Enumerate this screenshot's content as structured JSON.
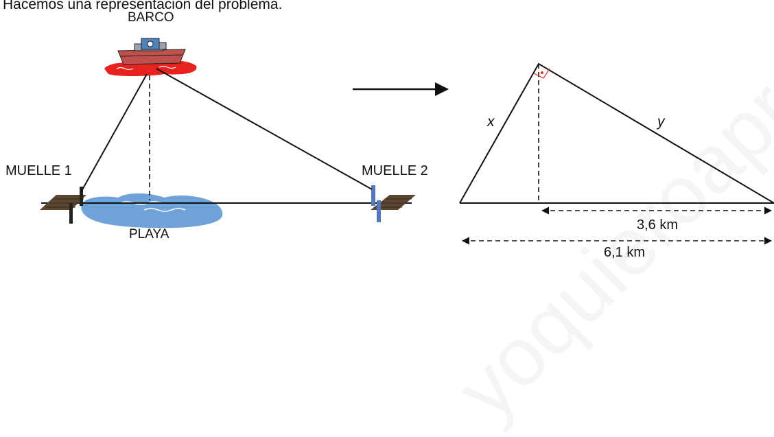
{
  "intro_text": "Hacemos una representación del problema.",
  "scene": {
    "boat_label": "BARCO",
    "pier1_label": "MUELLE 1",
    "pier2_label": "MUELLE 2",
    "beach_label": "PLAYA"
  },
  "triangle": {
    "side_left_label": "x",
    "side_right_label": "y",
    "segment_label": "3,6 km",
    "base_label": "6,1 km"
  },
  "watermark_text": "yoquieroaprobar",
  "colors": {
    "line": "#111111",
    "right_angle": "#e03030",
    "sea": "#e8231f",
    "beach_water": "#6fa3d8",
    "pier_wood": "#5b4632"
  }
}
